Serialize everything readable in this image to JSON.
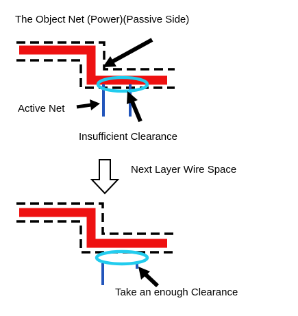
{
  "title": "The Object Net (Power)(Passive Side)",
  "labels": {
    "active_net": "Active Net",
    "insufficient_clearance": "Insufficient Clearance",
    "next_layer": "Next Layer Wire Space",
    "enough_clearance": "Take an enough Clearance"
  },
  "colors": {
    "object_net": "#ee1111",
    "active_net": "#2255bb",
    "clearance_ring": "#22ccee",
    "keepout_outline": "#000000"
  }
}
